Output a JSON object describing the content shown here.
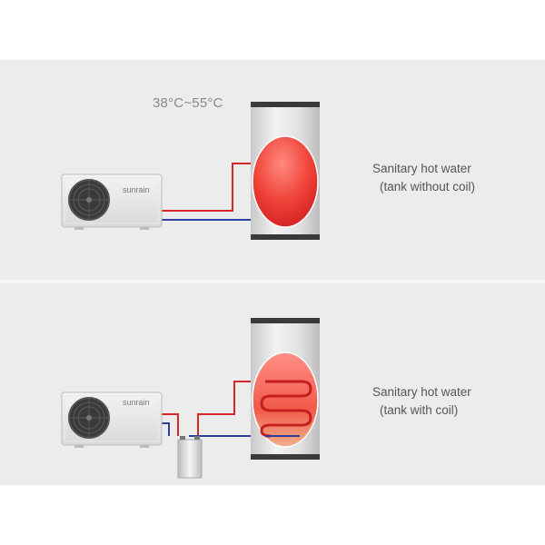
{
  "top_system": {
    "temperature_range": "38°C~55°C",
    "unit_brand": "sunrain",
    "caption_line1": "Sanitary hot water",
    "caption_line2": "(tank without coil)"
  },
  "bottom_system": {
    "unit_brand": "sunrain",
    "caption_line1": "Sanitary hot water",
    "caption_line2": "(tank with coil)"
  },
  "colors": {
    "hot_pipe": "#d62828",
    "cold_pipe": "#2a3f9e",
    "panel_bg": "#ececec"
  }
}
